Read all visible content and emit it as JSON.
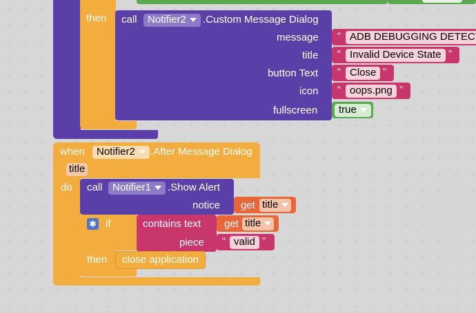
{
  "colors": {
    "control": "#f3ac3e",
    "control_dark": "#d9952f",
    "component": "#5a3fa8",
    "component_dark": "#45308a",
    "text_block": "#c9366b",
    "text_block_dark": "#a62b57",
    "logic": "#5ba851",
    "variable": "#e8673a",
    "gear": "#4d74c9"
  },
  "block_top": {
    "then_label": "then",
    "call_label": "call",
    "component": "Notifier2",
    "method": ".Custom Message Dialog",
    "params": {
      "message": "message",
      "title": "title",
      "button_text": "button Text",
      "icon": "icon",
      "fullscreen": "fullscreen"
    },
    "values": {
      "message": "ADB DEBUGGING DETECT",
      "title": "Invalid Device State",
      "button_text": "Close",
      "icon": "oops.png",
      "fullscreen": "true"
    },
    "partial_top_value": "true"
  },
  "event_block": {
    "when_label": "when",
    "component": "Notifier2",
    "event": ".After Message Dialog",
    "param": "title",
    "do_label": "do",
    "call_label": "call",
    "call_component": "Notifier1",
    "call_method": ".Show Alert",
    "notice_label": "notice",
    "get_label": "get",
    "get_var": "title",
    "if_label": "if",
    "contains_label": "contains text",
    "contains_get_label": "get",
    "contains_get_var": "title",
    "piece_label": "piece",
    "piece_value": "valid",
    "then_label": "then",
    "close_label": "close application"
  },
  "quote_open": "“",
  "quote_close": "”"
}
